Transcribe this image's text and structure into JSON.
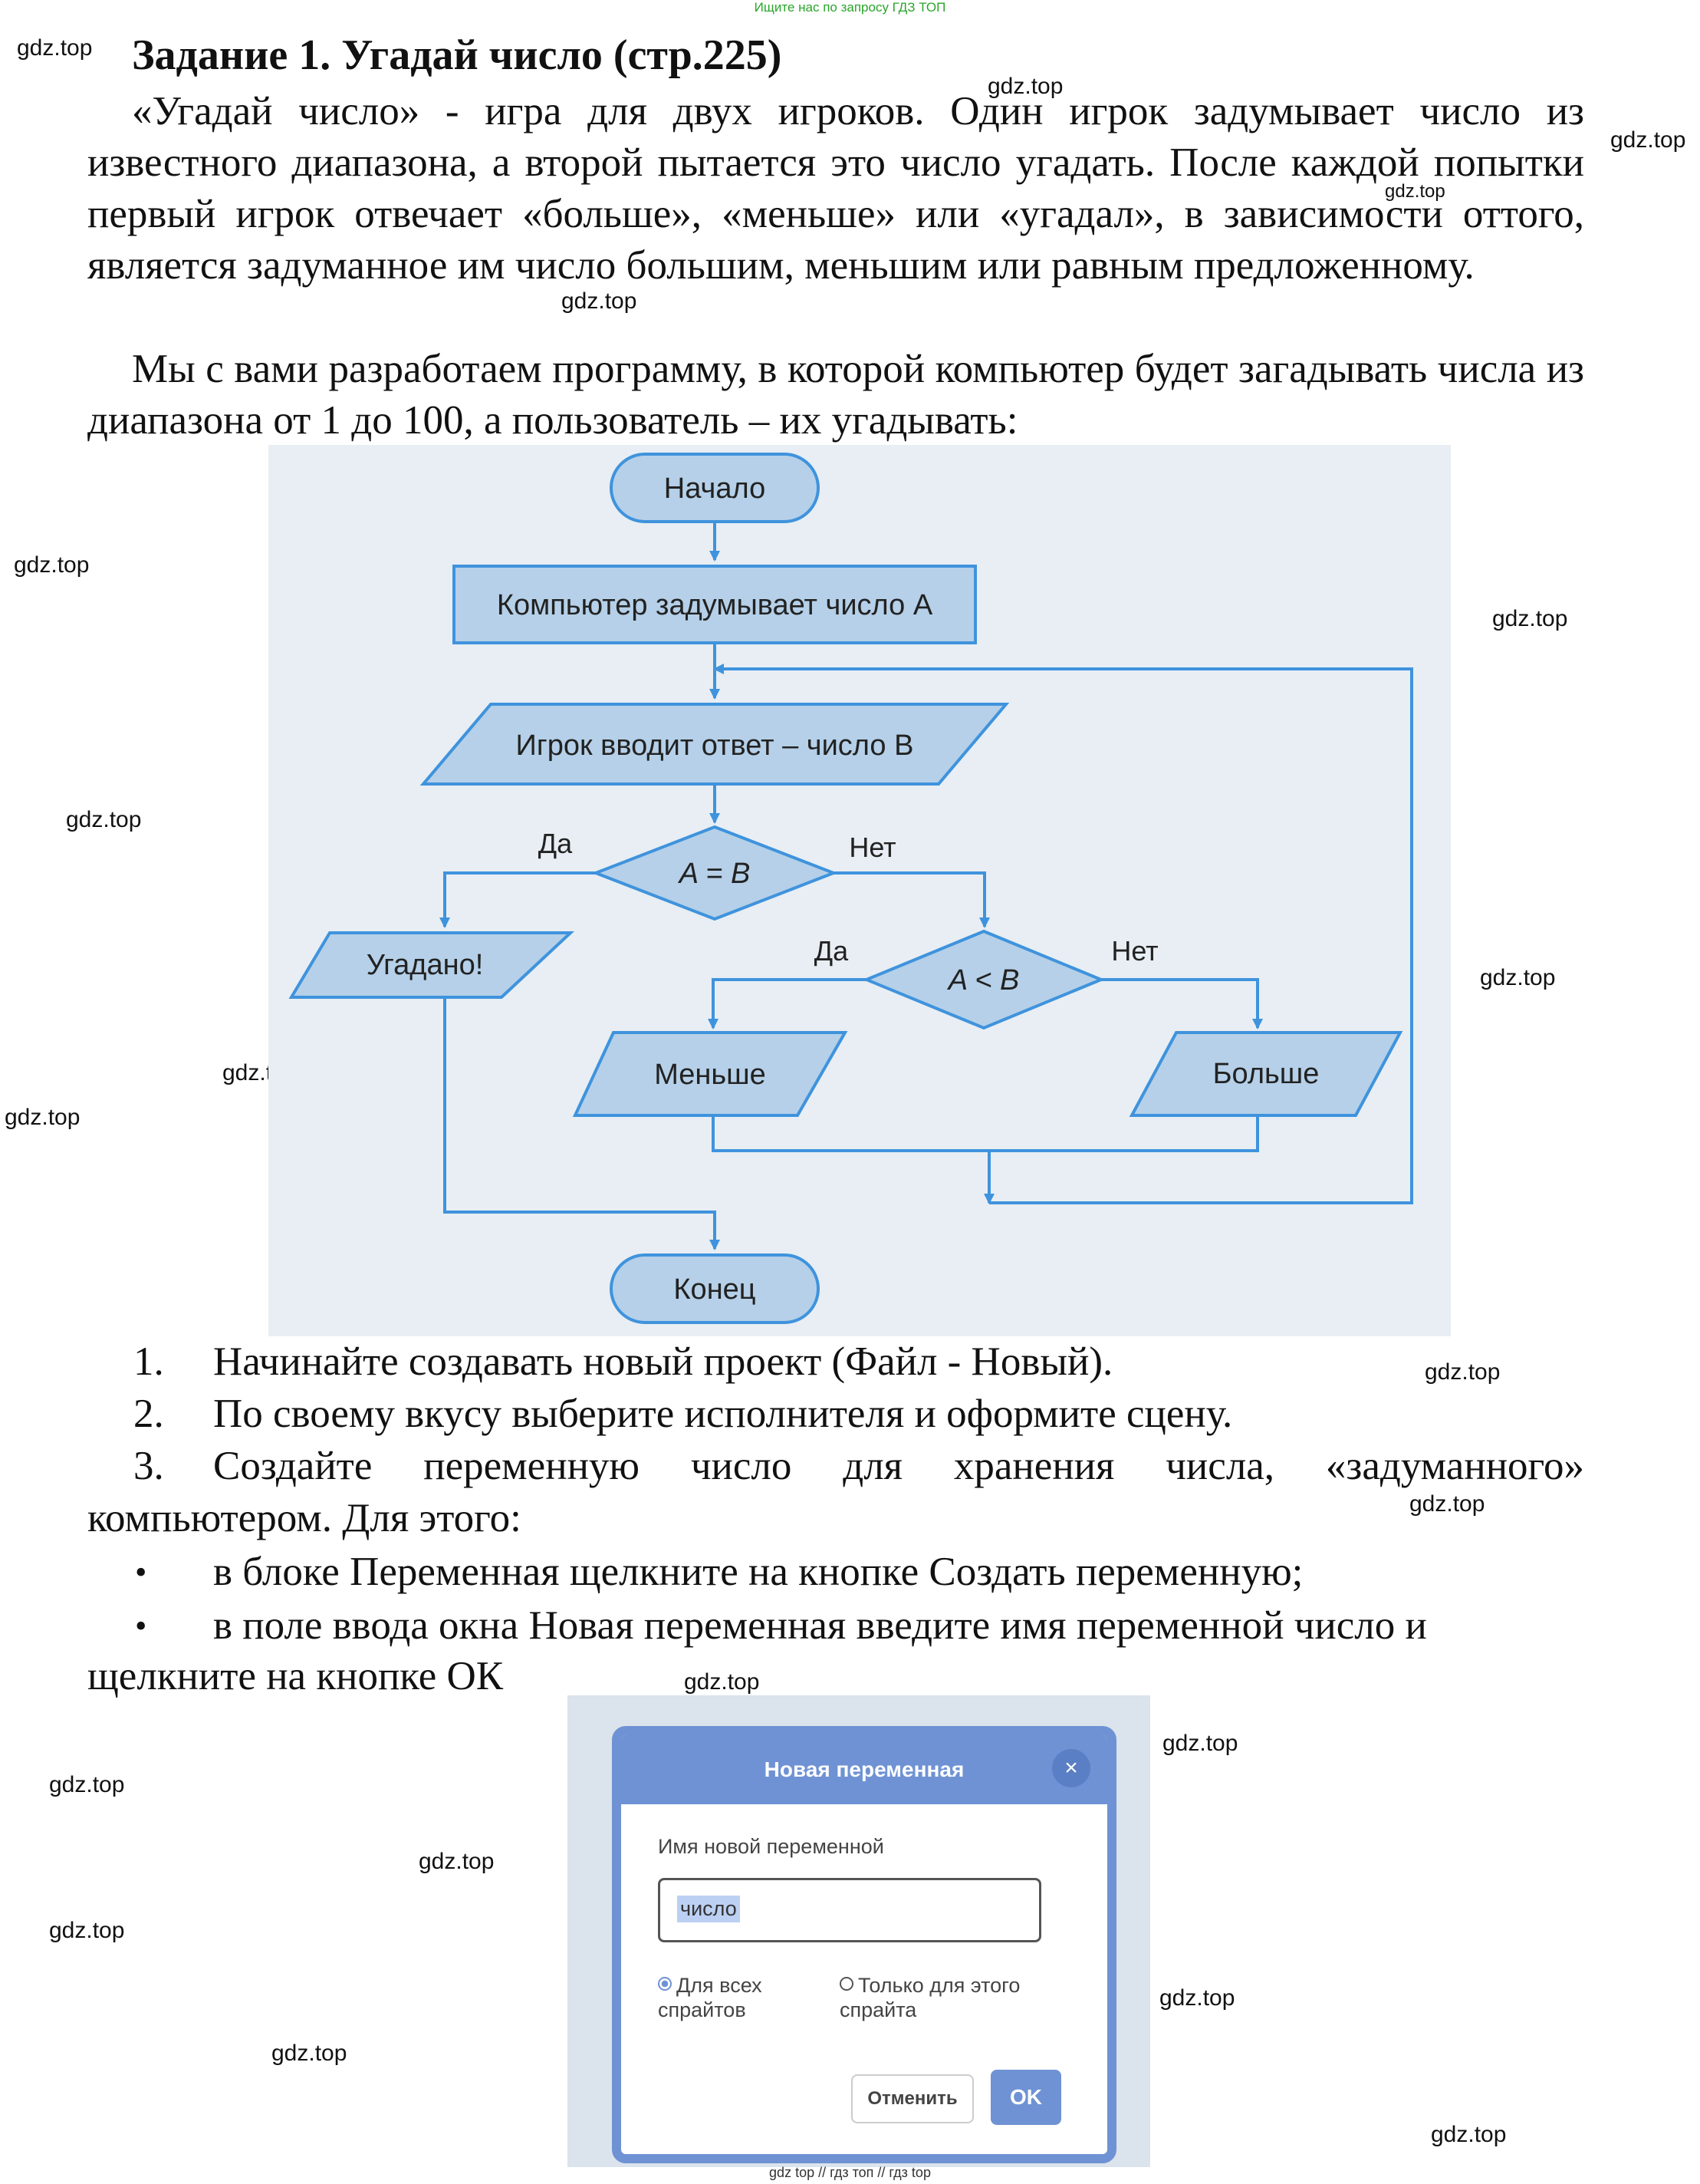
{
  "header_note": "Ищите нас по запросу ГДЗ ТОП",
  "watermark": "gdz.top",
  "title": "Задание 1. Угадай число (стр.225)",
  "intro": {
    "p1": "«Угадай число» - игра для двух игроков. Один игрок задумывает число из известного диапазона, а второй пытается это число угадать. После каждой попытки первый игрок отвечает «больше», «меньше» или «угадал», в зависимости оттого, является задуманное им число большим, меньшим или равным предложенному.",
    "p2": "Мы с вами разработаем программу, в которой компьютер будет загадывать числа из диапазона от 1 до 100, а пользователь – их угадывать:"
  },
  "flowchart": {
    "start": "Начало",
    "think": "Компьютер задумывает число A",
    "input": "Игрок вводит ответ – число B",
    "cond1": "A = B",
    "yes1": "Да",
    "no1": "Нет",
    "guessed": "Угадано!",
    "cond2": "A < B",
    "yes2": "Да",
    "no2": "Нет",
    "less": "Меньше",
    "more": "Больше",
    "end": "Конец"
  },
  "steps": {
    "s1_num": "1.",
    "s1": "Начинайте создавать новый проект (Файл - Новый).",
    "s2_num": "2.",
    "s2": "По своему вкусу выберите исполнителя и оформите сцену.",
    "s3_num": "3.",
    "s3_words": [
      "Создайте",
      "переменную",
      "число",
      "для",
      "хранения",
      "числа,",
      "«задуманного»"
    ],
    "s3_cont": "компьютером. Для этого:",
    "b1": "в блоке Переменная щелкните на кнопке Создать переменную;",
    "b2": "в поле ввода окна Новая переменная введите имя переменной число и",
    "b2_cont": "щелкните на кнопке ОК",
    "bullet": "•"
  },
  "dialog": {
    "title": "Новая переменная",
    "close": "×",
    "label": "Имя новой переменной",
    "value": "число",
    "radio_all": "Для всех",
    "radio_all_2": "спрайтов",
    "radio_this": "Только для этого",
    "radio_this_2": "спрайта",
    "cancel": "Отменить",
    "ok": "OK"
  },
  "footer": "gdz top  //  гдз топ  //  гдз top"
}
